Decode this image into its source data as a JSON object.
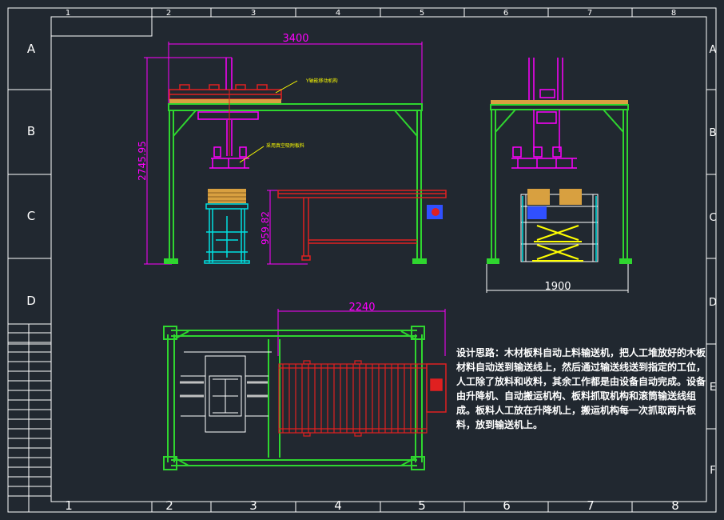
{
  "frame": {
    "col_labels": [
      "1",
      "2",
      "3",
      "4",
      "5",
      "6",
      "7",
      "8"
    ],
    "row_labels": [
      "A",
      "B",
      "C",
      "D",
      "E",
      "F"
    ]
  },
  "dimensions": {
    "front_width": "3400",
    "front_height": "2745.95",
    "conveyor_height": "959.82",
    "side_width": "1900",
    "top_width": "2240"
  },
  "annotations": {
    "y_axis_note": "Y轴能移动机构",
    "suction_note": "采用真空吸附板料"
  },
  "description": "设计思路：木材板料自动上料输送机，把人工堆放好的木板材料自动送到输送线上，然后通过输送线送到指定的工位，人工除了放料和收料，其余工作都是由设备自动完成。设备由升降机、自动搬运机构、板料抓取机构和滚筒输送线组成。板料人工放在升降机上，搬运机构每一次抓取两片板料，放到输送机上。",
  "colors": {
    "background": "#212830",
    "frame": "#ffffff",
    "structure": "#2fd62f",
    "conveyor": "#e02020",
    "magenta": "#ff00ff",
    "cyan": "#00e0e0",
    "yellow": "#ffff00",
    "blue": "#3050ff",
    "wood": "#d8a040"
  }
}
